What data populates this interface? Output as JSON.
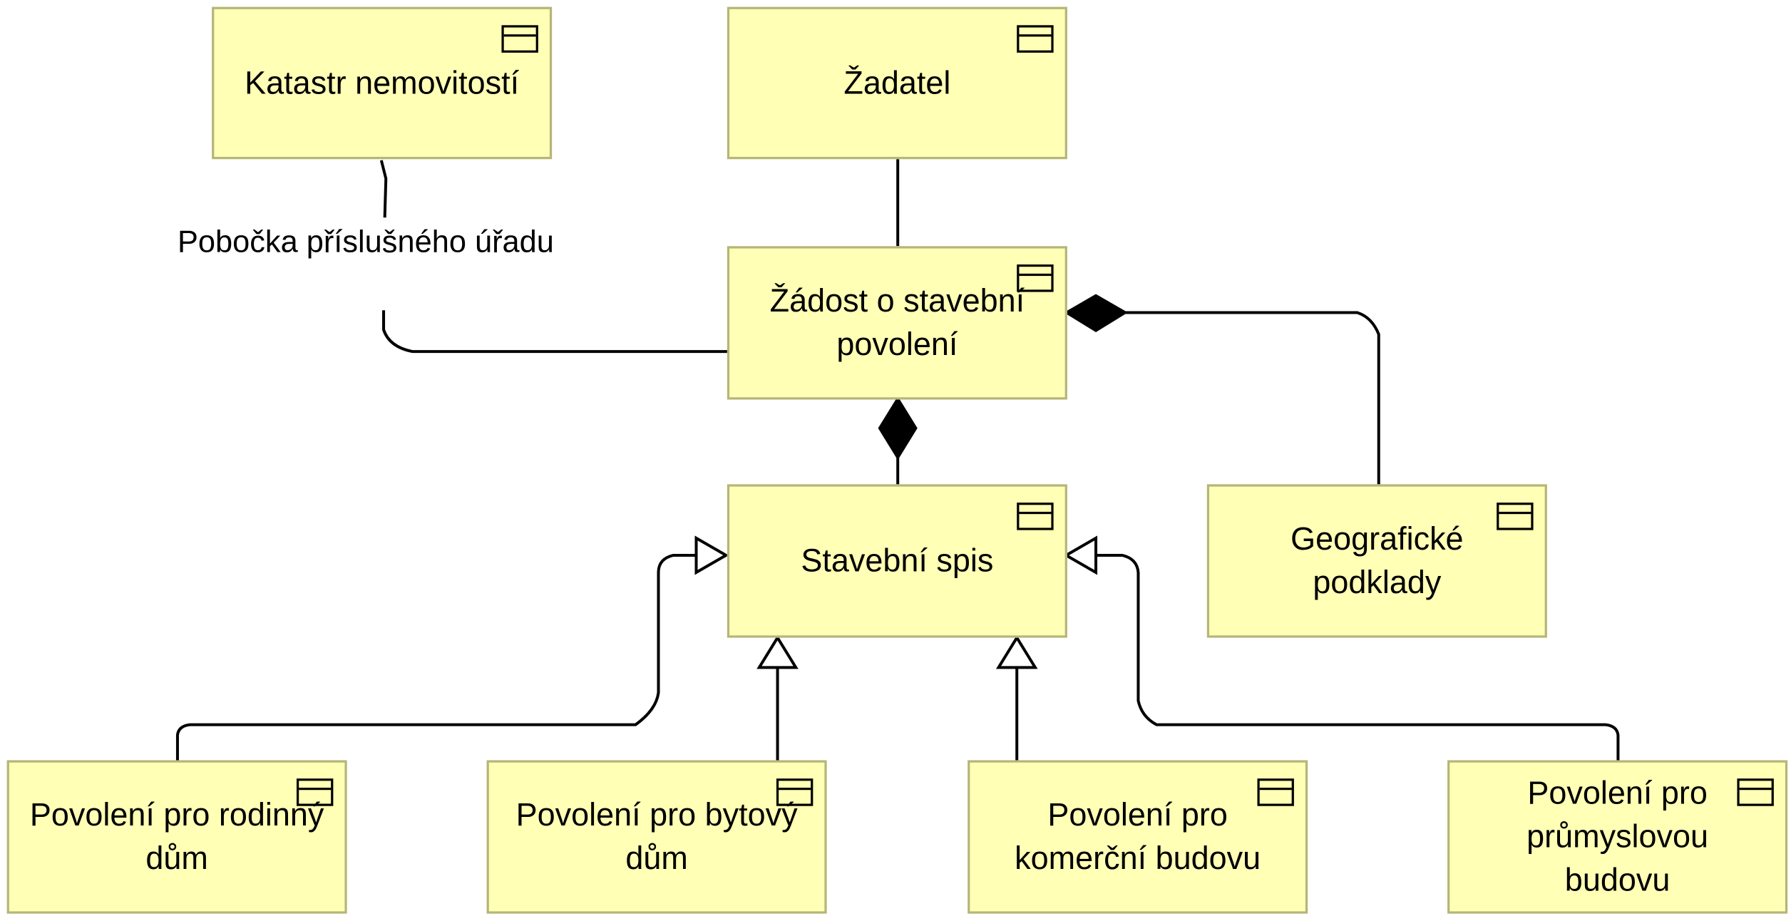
{
  "diagram": {
    "boxes": {
      "katastr": "Katastr nemovitostí",
      "zadatel": "Žadatel",
      "zadost": "Žádost o stavební\npovolení",
      "stavebni_spis": "Stavební spis",
      "geograficke": "Geografické\npodklady",
      "rodinny": "Povolení pro rodinný\ndům",
      "bytovy": "Povolení pro bytový\ndům",
      "komercni": "Povolení pro\nkomerční budovu",
      "prumyslovou": "Povolení pro\nprůmyslovou\nbudovu"
    },
    "connector_labels": {
      "pobocka": "Pobočka příslušného úřadu"
    },
    "element_icon": "business-object-icon"
  },
  "colors": {
    "box_fill": "#ffffb5",
    "box_border": "#b5b57a",
    "line": "#000000"
  }
}
